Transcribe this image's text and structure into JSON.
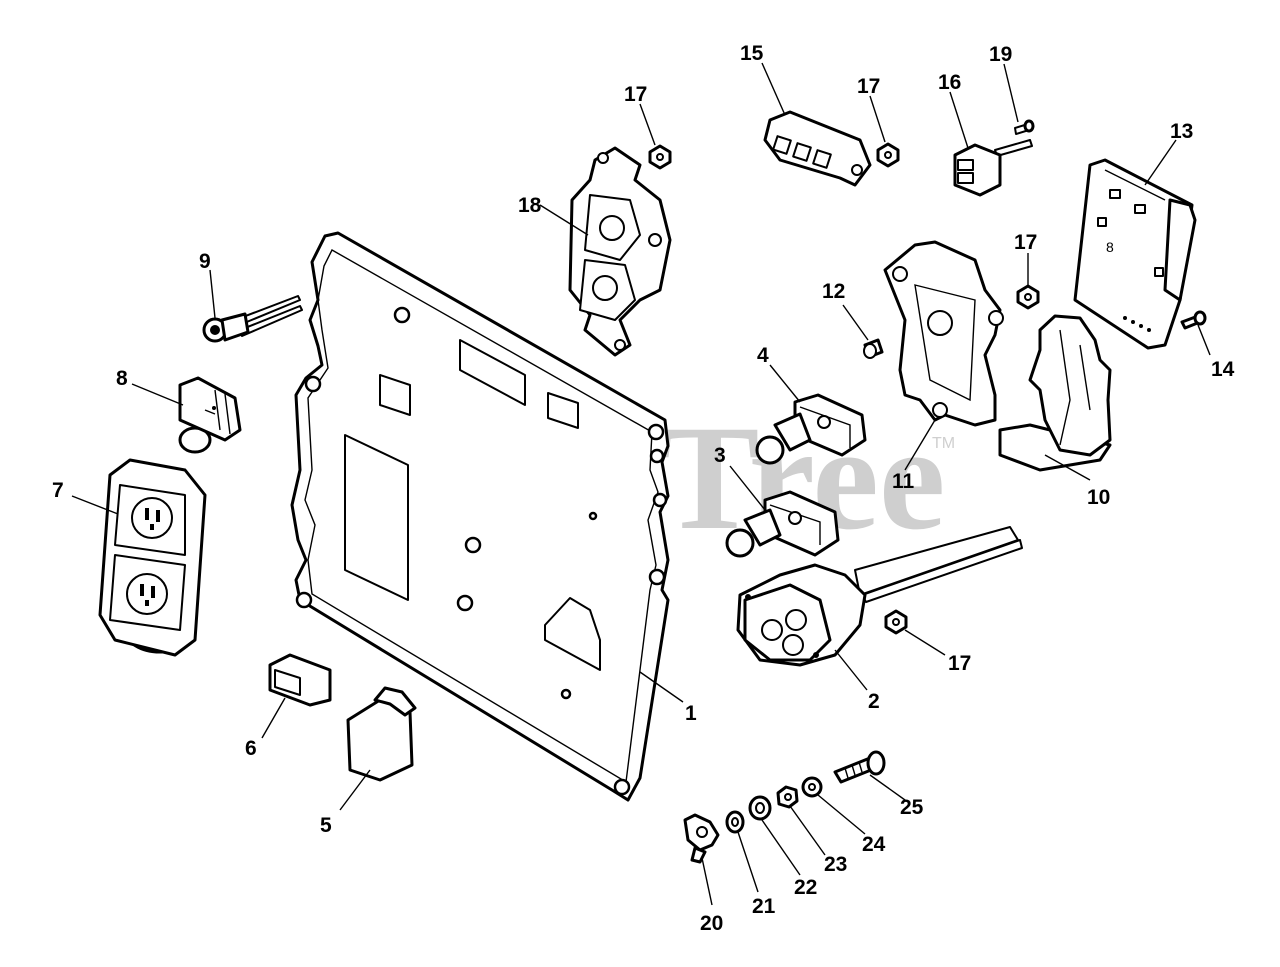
{
  "watermark": {
    "text": "PartsTree",
    "trademark": "TM"
  },
  "callouts": [
    {
      "id": "c1",
      "text": "1"
    },
    {
      "id": "c2",
      "text": "2"
    },
    {
      "id": "c3",
      "text": "3"
    },
    {
      "id": "c4",
      "text": "4"
    },
    {
      "id": "c5",
      "text": "5"
    },
    {
      "id": "c6",
      "text": "6"
    },
    {
      "id": "c7",
      "text": "7"
    },
    {
      "id": "c8",
      "text": "8"
    },
    {
      "id": "c9",
      "text": "9"
    },
    {
      "id": "c10",
      "text": "10"
    },
    {
      "id": "c11",
      "text": "11"
    },
    {
      "id": "c12",
      "text": "12"
    },
    {
      "id": "c13",
      "text": "13"
    },
    {
      "id": "c14",
      "text": "14"
    },
    {
      "id": "c15",
      "text": "15"
    },
    {
      "id": "c16",
      "text": "16"
    },
    {
      "id": "c17a",
      "text": "17"
    },
    {
      "id": "c17b",
      "text": "17"
    },
    {
      "id": "c17c",
      "text": "17"
    },
    {
      "id": "c17d",
      "text": "17"
    },
    {
      "id": "c18",
      "text": "18"
    },
    {
      "id": "c19",
      "text": "19"
    },
    {
      "id": "c20",
      "text": "20"
    },
    {
      "id": "c21",
      "text": "21"
    },
    {
      "id": "c22",
      "text": "22"
    },
    {
      "id": "c23",
      "text": "23"
    },
    {
      "id": "c24",
      "text": "24"
    },
    {
      "id": "c25",
      "text": "25"
    }
  ]
}
